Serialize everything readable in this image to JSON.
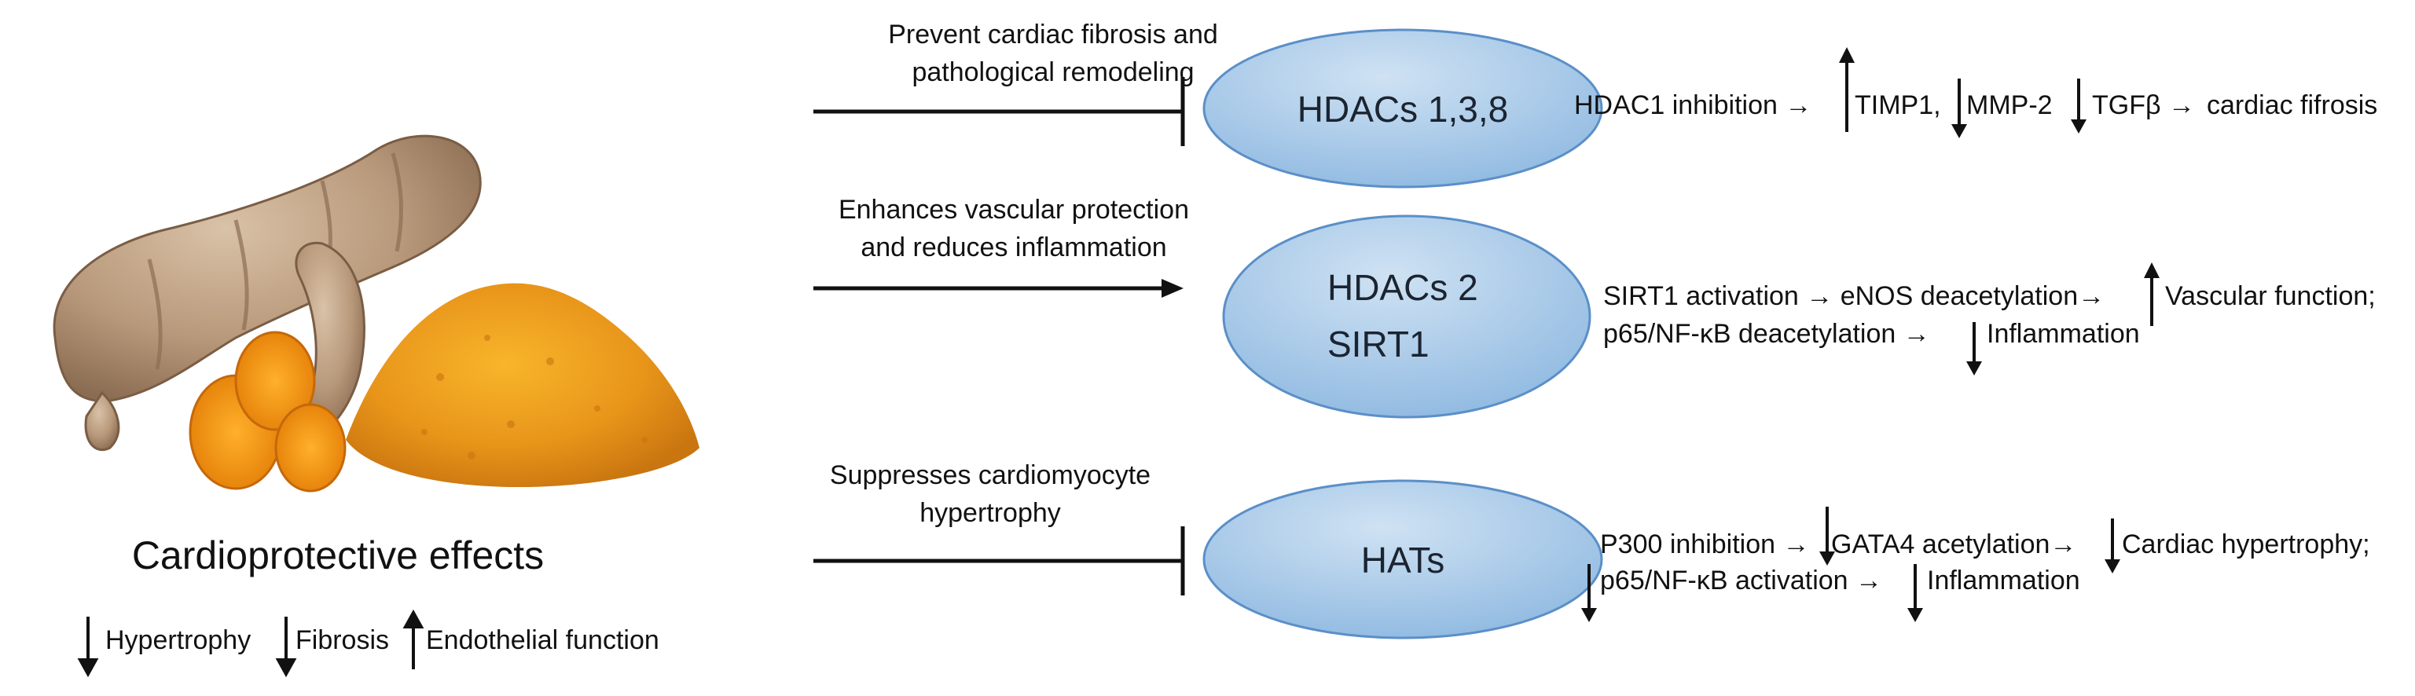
{
  "left_panel": {
    "illustration": "turmeric-root-and-powder",
    "title": "Cardioprotective effects",
    "effects": [
      {
        "direction": "down",
        "text": "Hypertrophy"
      },
      {
        "direction": "down",
        "text": "Fibrosis"
      },
      {
        "direction": "up",
        "text": "Endothelial function"
      }
    ]
  },
  "rows": [
    {
      "connector": "inhibition",
      "label_lines": [
        "Prevent cardiac fibrosis and",
        "pathological remodeling"
      ],
      "target_lines": [
        "HDACs 1,3,8"
      ],
      "effect_segments": [
        "HDAC1 inhibition →",
        "TIMP1,",
        "MMP-2",
        "TGFβ →",
        "cardiac fifrosis"
      ]
    },
    {
      "connector": "activation",
      "label_lines": [
        "Enhances vascular protection",
        "and reduces inflammation"
      ],
      "target_lines": [
        "HDACs 2",
        "SIRT1"
      ],
      "effect_segments": [
        "SIRT1 activation → eNOS deacetylation→",
        "Vascular function;",
        "p65/NF-κB deacetylation →",
        "Inflammation"
      ]
    },
    {
      "connector": "inhibition",
      "label_lines": [
        "Suppresses cardiomyocyte",
        "hypertrophy"
      ],
      "target_lines": [
        "HATs"
      ],
      "effect_segments": [
        "P300 inhibition →",
        "GATA4 acetylation→",
        "Cardiac hypertrophy;",
        "p65/NF-κB activation →",
        "Inflammation"
      ]
    }
  ],
  "colors": {
    "ellipse_fill": "#9cc3e6",
    "ellipse_fill_light": "#cfe2f3",
    "ellipse_stroke": "#5b8fc8",
    "line": "#111111"
  }
}
